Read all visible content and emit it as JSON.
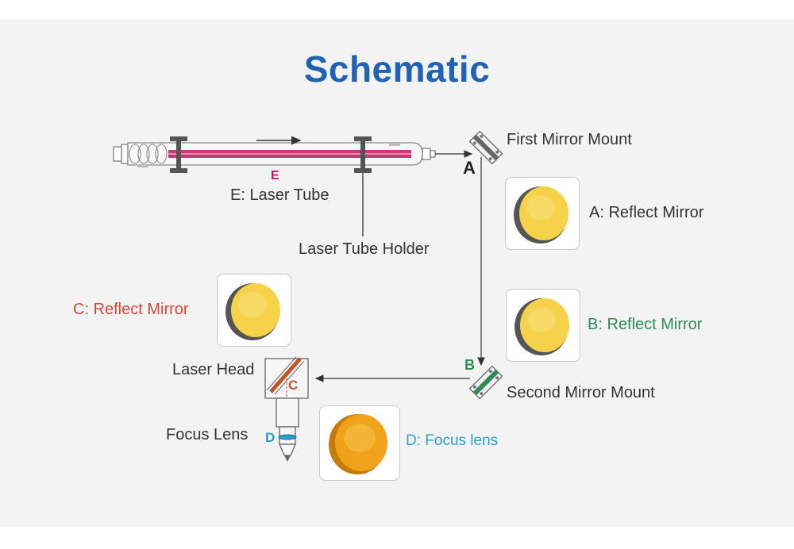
{
  "title": "Schematic",
  "colors": {
    "title": "#1e63b6",
    "c_label": "#d9473b",
    "b_label": "#2e8b57",
    "d_label": "#2a9fd0",
    "text": "#333333",
    "tube_beam": "#c2185b",
    "mirror_gold": "#f5d24a",
    "lens_orange": "#f0a21a"
  },
  "labels": {
    "first_mirror_mount": "First Mirror Mount",
    "a_reflect_mirror": "A: Reflect Mirror",
    "e_laser_tube": "E: Laser Tube",
    "laser_tube_holder": "Laser Tube Holder",
    "c_reflect_mirror": "C: Reflect Mirror",
    "b_reflect_mirror": "B: Reflect Mirror",
    "laser_head": "Laser Head",
    "second_mirror_mount": "Second Mirror Mount",
    "focus_lens": "Focus Lens",
    "d_focus_lens": "D: Focus lens"
  },
  "markers": {
    "a": "A",
    "b": "B",
    "c": "C",
    "d": "D",
    "e": "E"
  },
  "icons": {
    "mirror_a": "gold-mirror-icon",
    "mirror_b": "gold-mirror-icon",
    "mirror_c": "gold-mirror-icon",
    "lens_d": "focus-lens-icon"
  }
}
